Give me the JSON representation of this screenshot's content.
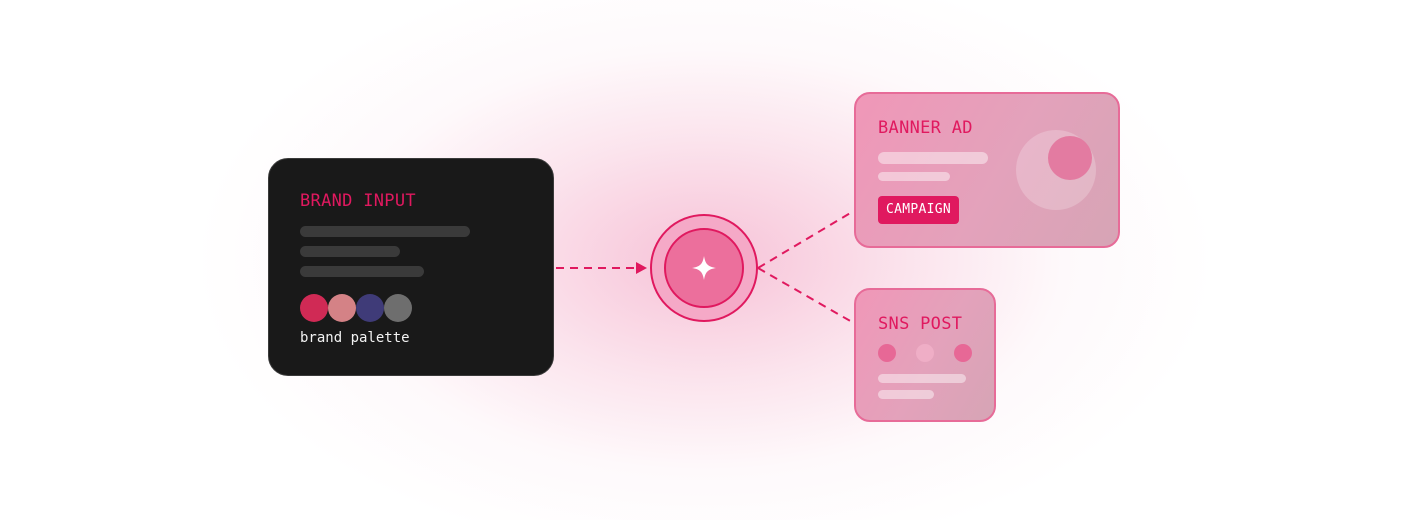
{
  "colors": {
    "accent": "#e0195f",
    "node_fill": "#ec6f9c",
    "card_dark": "#191919",
    "output_card": "#e79cb9"
  },
  "brand_input": {
    "title": "BRAND INPUT",
    "caption": "brand palette",
    "palette": [
      "#d02a55",
      "#d48286",
      "#3f3b78",
      "#6e6e6e"
    ]
  },
  "center_node": {
    "icon": "sparkle-icon"
  },
  "outputs": {
    "banner": {
      "title": "BANNER AD",
      "badge": "CAMPAIGN"
    },
    "sns": {
      "title": "SNS POST",
      "dots": [
        "#e76896",
        "#efaec6",
        "#e76896"
      ]
    }
  }
}
